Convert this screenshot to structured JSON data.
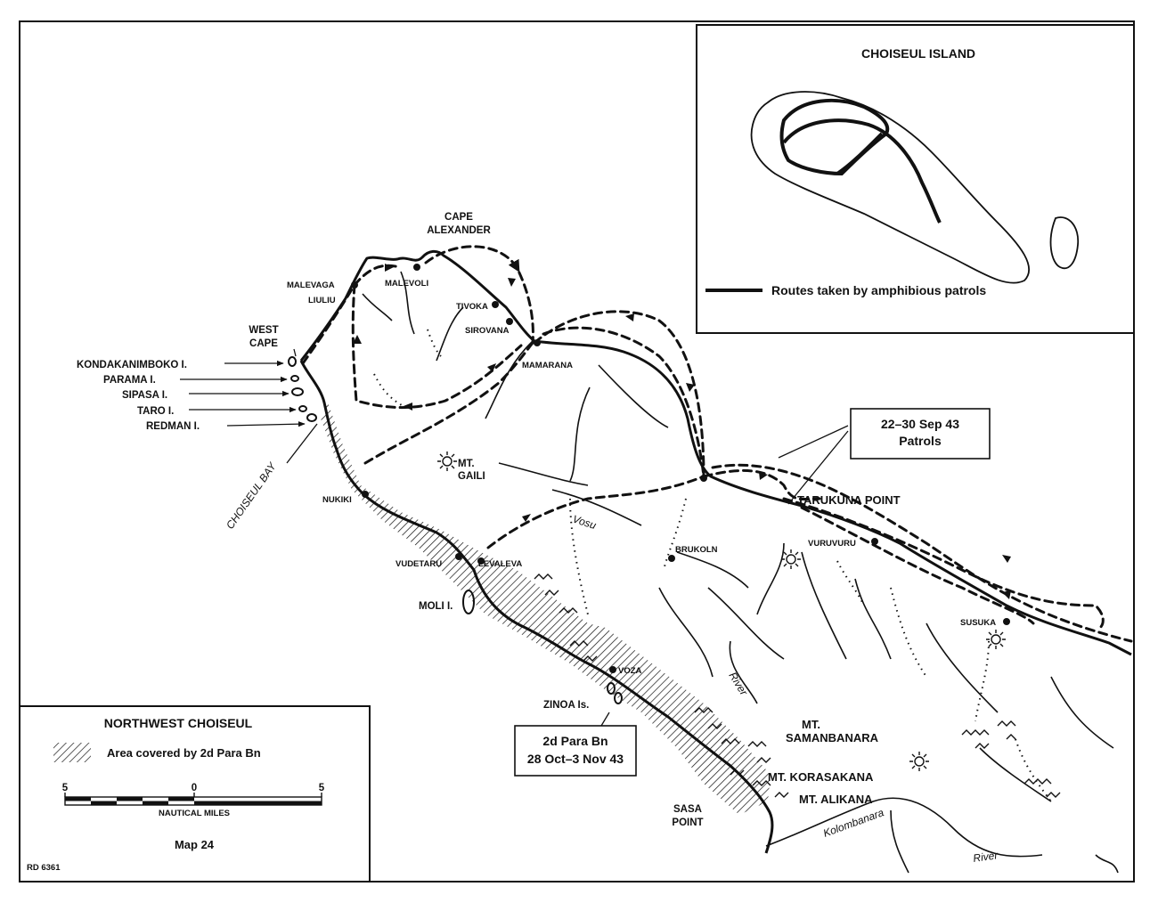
{
  "inset": {
    "title": "CHOISEUL ISLAND",
    "legend_text": "Routes taken by amphibious patrols"
  },
  "legend_box": {
    "title": "NORTHWEST CHOISEUL",
    "area_text": "Area covered by 2d Para Bn",
    "scale_ticks": [
      "5",
      "0",
      "5"
    ],
    "scale_unit": "NAUTICAL MILES",
    "map_number": "Map 24",
    "code": "RD 6361"
  },
  "callouts": {
    "patrols": [
      "22–30 Sep 43",
      "Patrols"
    ],
    "para": [
      "2d Para Bn",
      "28 Oct–3 Nov 43"
    ]
  },
  "labels": {
    "cape_alexander": [
      "CAPE",
      "ALEXANDER"
    ],
    "west_cape": [
      "WEST",
      "CAPE"
    ],
    "sasa_point": [
      "SASA",
      "POINT"
    ],
    "malevaga": "MALEVAGA",
    "malevoli": "MALEVOLI",
    "liuliu": "LIULIU",
    "tivoka": "TIVOKA",
    "sirovana": "SIROVANA",
    "mamarana": "MAMARANA",
    "kondakanimboko": "KONDAKANIMBOKO I.",
    "parama": "PARAMA I.",
    "sipasa": "SIPASA I.",
    "taro": "TARO I.",
    "redman": "REDMAN I.",
    "choiseul_bay": "CHOISEUL BAY",
    "nukiki": "NUKIKI",
    "mt_gaili": [
      "MT.",
      "GAILI"
    ],
    "vudetaru": "VUDETARU",
    "levaleva": "LEVALEVA",
    "moli": "MOLI I.",
    "voza": "VOZA",
    "zinoa": "ZINOA Is.",
    "tarukuna": "TARUKUNA POINT",
    "brukoln": "BRUKOLN",
    "vuruvuru": "VURUVURU",
    "susuka": "SUSUKA",
    "mt_samanbanara": [
      "MT.",
      "SAMANBANARA"
    ],
    "mt_korasakana": "MT. KORASAKANA",
    "mt_alikana": "MT. ALIKANA",
    "river_vosu": "Vosu",
    "river_river1": "River",
    "river_kolombanara": "Kolombanara",
    "river_river2": "River"
  },
  "colors": {
    "ink": "#111111",
    "paper": "#ffffff"
  }
}
